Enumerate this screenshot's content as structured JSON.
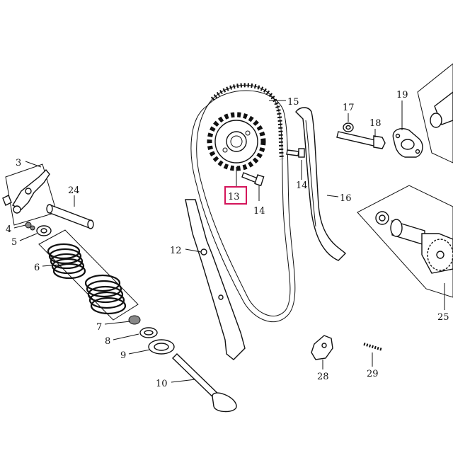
{
  "labels": {
    "l3": "3",
    "l24": "24",
    "l4": "4",
    "l5": "5",
    "l6": "6",
    "l7": "7",
    "l8": "8",
    "l9": "9",
    "l10": "10",
    "l12": "12",
    "l13": "13",
    "l14a": "14",
    "l14b": "14",
    "l15": "15",
    "l16": "16",
    "l17": "17",
    "l18": "18",
    "l19": "19",
    "l25": "25",
    "l28": "28",
    "l29": "29"
  },
  "highlight": {
    "color": "#d4145a"
  }
}
